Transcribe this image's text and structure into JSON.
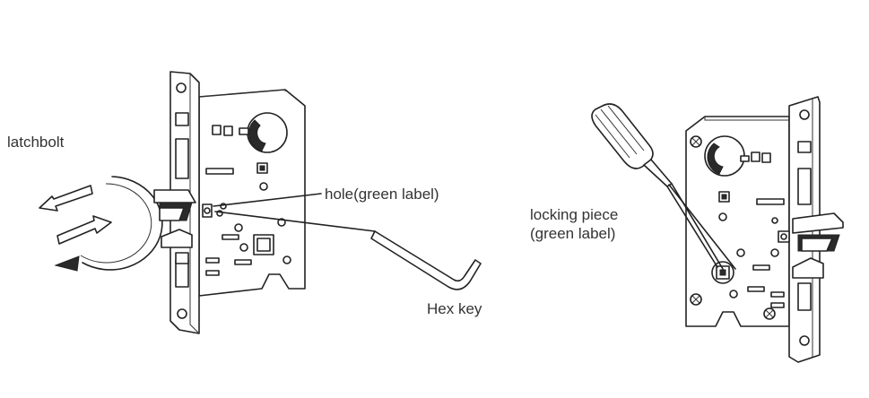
{
  "labels": {
    "latchbolt": "latchbolt",
    "hole": "hole(green label)",
    "hex_key": "Hex key",
    "locking_piece_line1": "locking piece",
    "locking_piece_line2": "(green label)"
  },
  "colors": {
    "line": "#222222",
    "text": "#333333",
    "background": "#ffffff"
  }
}
